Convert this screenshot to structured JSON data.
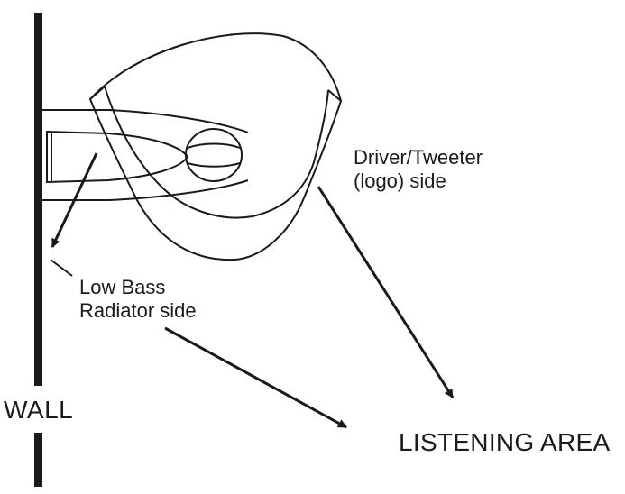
{
  "labels": {
    "driver_line1": "Driver/Tweeter",
    "driver_line2": "(logo) side",
    "bass_line1": "Low Bass",
    "bass_line2": "Radiator side",
    "wall": "WALL",
    "listening_area": "LISTENING AREA"
  },
  "colors": {
    "ink": "#1a1a1a",
    "background": "#ffffff"
  }
}
